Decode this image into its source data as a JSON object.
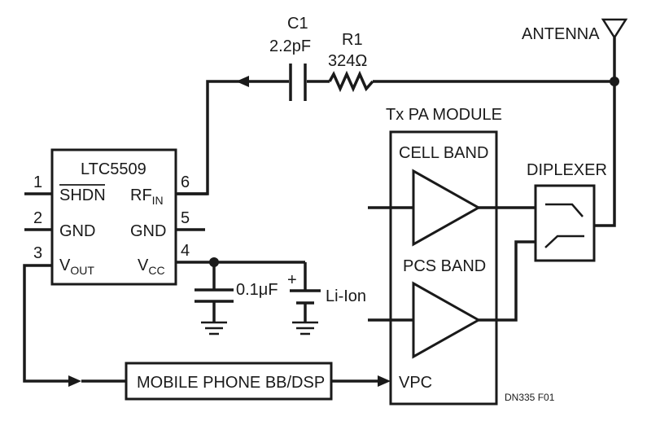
{
  "ic": {
    "name": "LTC5509",
    "pins": {
      "p1": {
        "num": "1",
        "label": "SHDN"
      },
      "p2": {
        "num": "2",
        "label": "GND"
      },
      "p3": {
        "num": "3",
        "label_main": "V",
        "label_sub": "OUT"
      },
      "p4": {
        "num": "4",
        "label_main": "V",
        "label_sub": "CC"
      },
      "p5": {
        "num": "5",
        "label": "GND"
      },
      "p6": {
        "num": "6",
        "label_main": "RF",
        "label_sub": "IN"
      }
    }
  },
  "components": {
    "c1": {
      "ref": "C1",
      "value": "2.2pF"
    },
    "r1": {
      "ref": "R1",
      "value": "324Ω"
    },
    "bypass_cap": {
      "value": "0.1μF"
    },
    "battery": {
      "label": "Li-Ion",
      "polarity": "+"
    }
  },
  "antenna": {
    "label": "ANTENNA"
  },
  "pa_module": {
    "title": "Tx PA MODULE",
    "cell_band": "CELL BAND",
    "pcs_band": "PCS BAND",
    "vpc": "VPC"
  },
  "diplexer": {
    "label": "DIPLEXER"
  },
  "baseband": {
    "label": "MOBILE PHONE BB/DSP"
  },
  "figure_id": "DN335 F01"
}
